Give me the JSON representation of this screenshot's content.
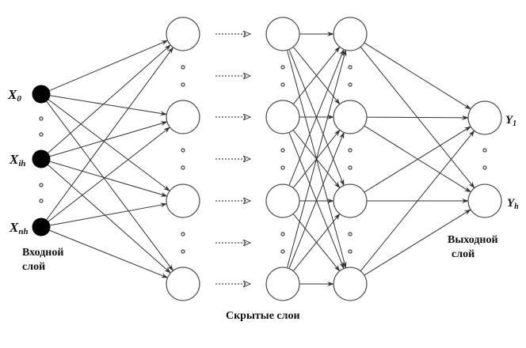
{
  "title": "Multilayer neural network",
  "labels": {
    "input_layer_line1": "Входной",
    "input_layer_line2": "слой",
    "hidden_layers": "Скрытые слои",
    "output_layer_line1": "Выходной",
    "output_layer_line2": "слой"
  },
  "input_nodes": [
    {
      "id": "x0",
      "main": "X",
      "sub": "0"
    },
    {
      "id": "xih",
      "main": "X",
      "sub": "ih"
    },
    {
      "id": "xnh",
      "main": "X",
      "sub": "nh"
    }
  ],
  "hidden_layers": [
    {
      "id": "hidden-1",
      "nodes": 4
    },
    {
      "id": "hidden-2",
      "nodes": 4
    },
    {
      "id": "hidden-3",
      "nodes": 4
    }
  ],
  "output_nodes": [
    {
      "id": "y1",
      "main": "Y",
      "sub": "1"
    },
    {
      "id": "yh",
      "main": "Y",
      "sub": "h"
    }
  ],
  "connections": {
    "input_to_hidden1": "full",
    "hidden1_to_hidden2": "dotted-ellipsis",
    "hidden2_to_hidden3": "full",
    "hidden3_to_output": "full"
  },
  "colors": {
    "input_node": "#000000",
    "hidden_node_fill": "#ffffff",
    "edge": "#333333"
  }
}
